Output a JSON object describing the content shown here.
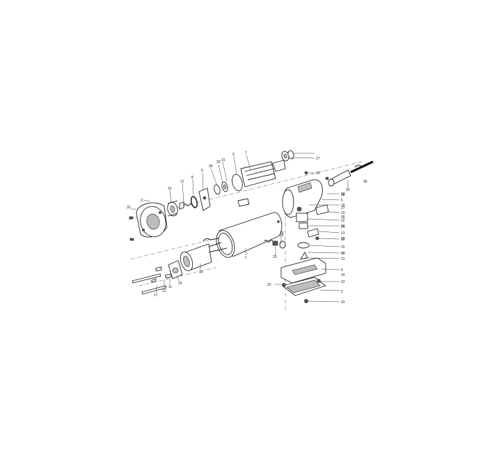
{
  "diagram": {
    "callouts": [
      "1",
      "2",
      "3",
      "4",
      "5",
      "6",
      "7",
      "8",
      "9",
      "10",
      "11",
      "12",
      "13",
      "13",
      "14",
      "14",
      "15",
      "16",
      "17",
      "18",
      "19",
      "20",
      "20",
      "21",
      "22",
      "22",
      "22",
      "23",
      "23",
      "23",
      "23",
      "24",
      "24",
      "24",
      "25",
      "26",
      "27",
      "27",
      "28",
      "28",
      "30",
      "31",
      "32",
      "32",
      "33",
      "34",
      "36"
    ]
  }
}
